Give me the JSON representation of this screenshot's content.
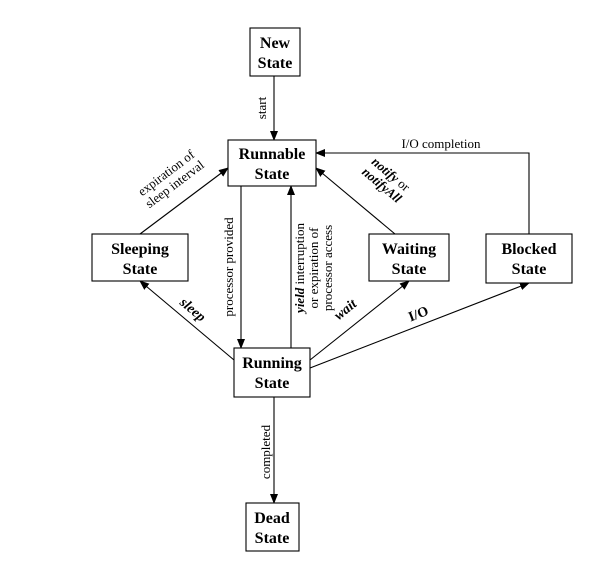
{
  "states": {
    "new": {
      "line1": "New",
      "line2": "State"
    },
    "runnable": {
      "line1": "Runnable",
      "line2": "State"
    },
    "sleeping": {
      "line1": "Sleeping",
      "line2": "State"
    },
    "waiting": {
      "line1": "Waiting",
      "line2": "State"
    },
    "blocked": {
      "line1": "Blocked",
      "line2": "State"
    },
    "running": {
      "line1": "Running",
      "line2": "State"
    },
    "dead": {
      "line1": "Dead",
      "line2": "State"
    }
  },
  "transitions": {
    "start": "start",
    "io_completion": "I/O completion",
    "expiration_line1": "expiration of",
    "expiration_line2": "sleep interval",
    "processor_provided": "processor provided",
    "yield_word": "yield",
    "yield_rest": " interruption",
    "yield_line2": "or expiration of",
    "yield_line3": "processor access",
    "notify_word": "notify",
    "notify_or": " or",
    "notifyall_word": "notifyAll",
    "sleep": "sleep",
    "wait": "wait",
    "io": "I/O",
    "completed": "completed"
  }
}
